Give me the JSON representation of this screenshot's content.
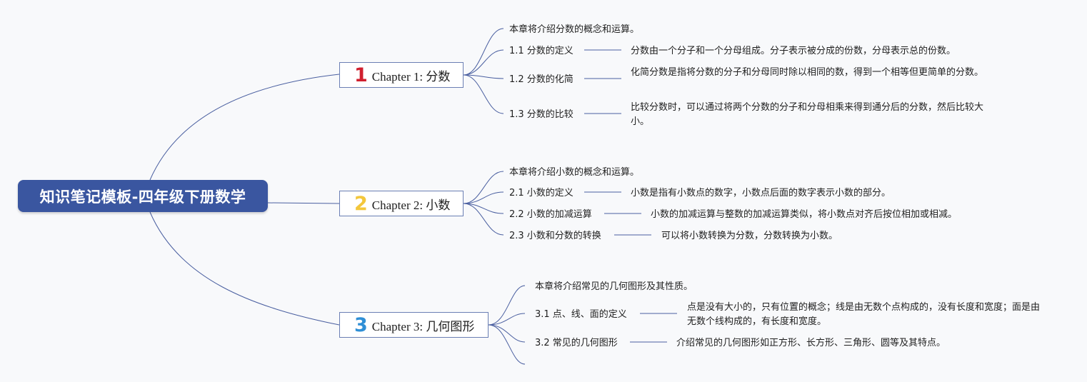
{
  "root": {
    "label": "知识笔记模板-四年级下册数学"
  },
  "chapters": [
    {
      "badge": "1",
      "badge_color": "#d01f2e",
      "label": "Chapter 1: 分数",
      "intro": "本章将介绍分数的概念和运算。",
      "items": [
        {
          "label": "1.1 分数的定义",
          "desc": "分数由一个分子和一个分母组成。分子表示被分成的份数，分母表示总的份数。"
        },
        {
          "label": "1.2 分数的化简",
          "desc": "化简分数是指将分数的分子和分母同时除以相同的数，得到一个相等但更简单的分数。"
        },
        {
          "label": "1.3 分数的比较",
          "desc": "比较分数时，可以通过将两个分数的分子和分母相乘来得到通分后的分数，然后比较大小。"
        }
      ]
    },
    {
      "badge": "2",
      "badge_color": "#f3c73c",
      "label": "Chapter 2: 小数",
      "intro": "本章将介绍小数的概念和运算。",
      "items": [
        {
          "label": "2.1 小数的定义",
          "desc": "小数是指有小数点的数字，小数点后面的数字表示小数的部分。"
        },
        {
          "label": "2.2 小数的加减运算",
          "desc": "小数的加减运算与整数的加减运算类似，将小数点对齐后按位相加或相减。"
        },
        {
          "label": "2.3 小数和分数的转换",
          "desc": "可以将小数转换为分数，分数转换为小数。"
        }
      ]
    },
    {
      "badge": "3",
      "badge_color": "#2f8fd6",
      "label": "Chapter 3: 几何图形",
      "intro": "本章将介绍常见的几何图形及其性质。",
      "items": [
        {
          "label": "3.1 点、线、面的定义",
          "desc": "点是没有大小的，只有位置的概念；线是由无数个点构成的，没有长度和宽度；面是由无数个线构成的，有长度和宽度。"
        },
        {
          "label": "3.2 常见的几何图形",
          "desc": "介绍常见的几何图形如正方形、长方形、三角形、圆等及其特点。"
        }
      ]
    }
  ],
  "colors": {
    "root_bg": "#3a56a0",
    "line": "#4a5fa0",
    "background": "#f8f9fb"
  }
}
